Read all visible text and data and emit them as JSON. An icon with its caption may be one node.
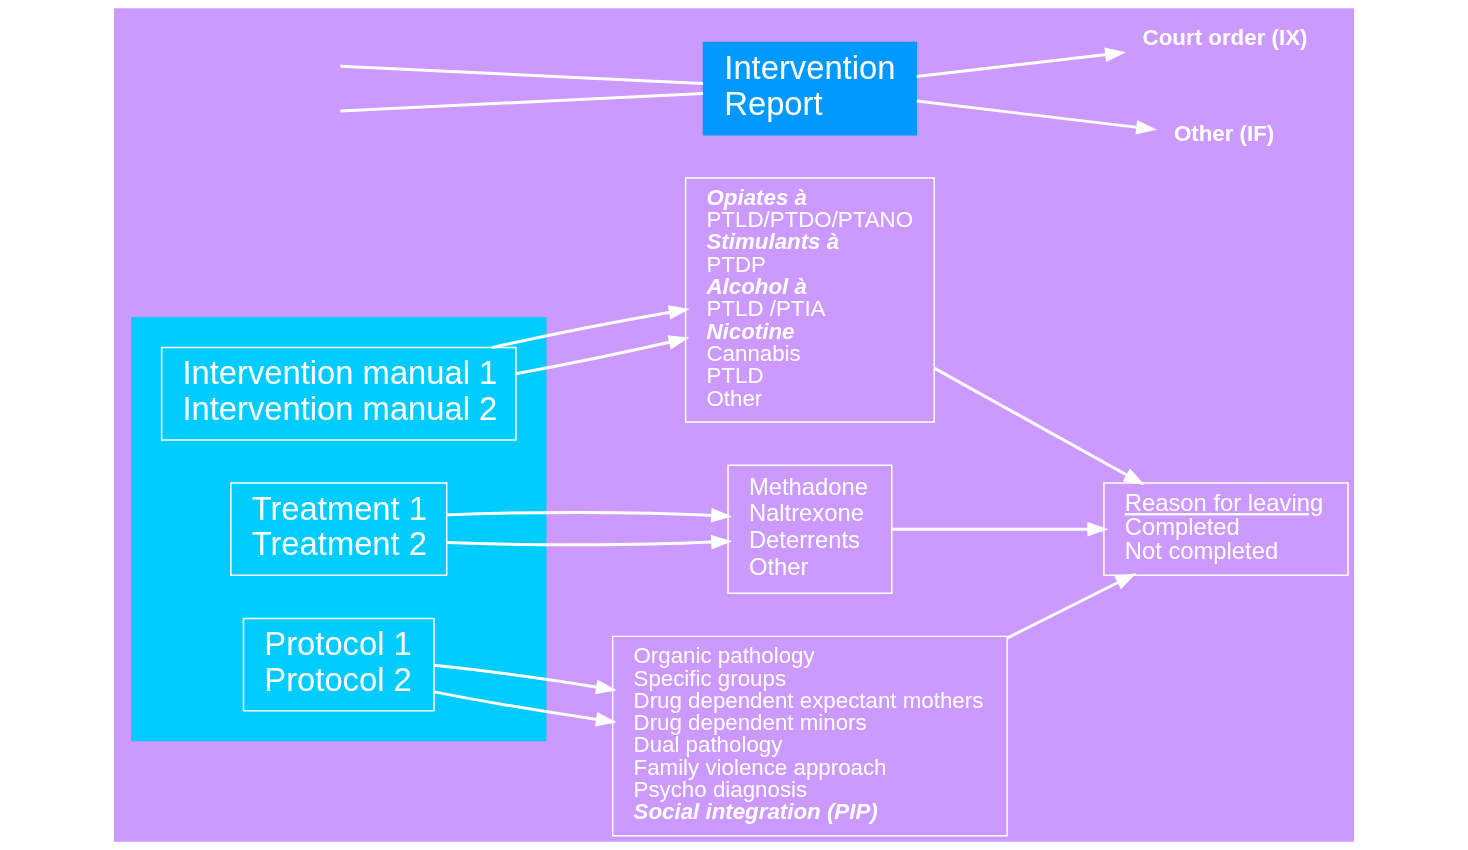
{
  "diagram": {
    "nodes": [
      {
        "text": [],
        "shape": "box"
      },
      {
        "text": [
          "Intervention manual 1",
          "Intervention manual 2"
        ],
        "in": 0
      },
      {
        "text": [
          "Treatment 1",
          "Treatment 2"
        ],
        "in": 0
      },
      {
        "text": [
          "Protocol 1",
          "Protocol 2"
        ],
        "in": 0
      },
      {
        "text": [
          "Opiates à",
          "PTLD/PTDO/PTANO",
          "Stimulants à",
          "PTDP",
          "Alcohol à",
          "PTLD /PTIA",
          "Nicotine",
          "Cannabis",
          "PTLD",
          "Other"
        ]
      },
      {
        "text": [
          "Methadone",
          "Naltrexone",
          "Deterrents",
          "Other"
        ]
      },
      {
        "text": [
          "Reason for leaving",
          "Completed",
          "Not completed"
        ]
      },
      {
        "text": [
          "Organic pathology",
          "Specific groups",
          "Drug dependent expectant mothers",
          "Drug dependent minors",
          "Dual pathology",
          "Family violence approach",
          "Psycho diagnosis",
          "Social integration (PIP)"
        ]
      },
      {
        "text": [
          "Intervention",
          "Report"
        ]
      },
      {
        "text": [
          "Court order (IX)"
        ]
      },
      {
        "text": [
          "Other (IF)"
        ]
      }
    ],
    "edges": [
      {
        "from": 1,
        "to": 4,
        "arrow": "to"
      },
      {
        "from": 1,
        "to": 4,
        "arrow": "to"
      },
      {
        "from": 2,
        "to": 5,
        "arrow": "to"
      },
      {
        "from": 2,
        "to": 5,
        "arrow": "to"
      },
      {
        "from": 3,
        "to": 7,
        "arrow": "to"
      },
      {
        "from": 3,
        "to": 7,
        "arrow": "to"
      },
      {
        "from": 4,
        "to": 6,
        "arrow": "to"
      },
      {
        "from": 5,
        "to": 6,
        "arrow": "to"
      },
      {
        "from": 7,
        "to": 6,
        "arrow": "to"
      },
      {
        "from": 8,
        "to": 9,
        "arrow": "to"
      },
      {
        "from": 8,
        "to": 10,
        "arrow": "to"
      },
      {
        "from": null,
        "to": 8,
        "arrow": "none"
      },
      {
        "from": null,
        "to": 8,
        "arrow": "none"
      }
    ]
  }
}
